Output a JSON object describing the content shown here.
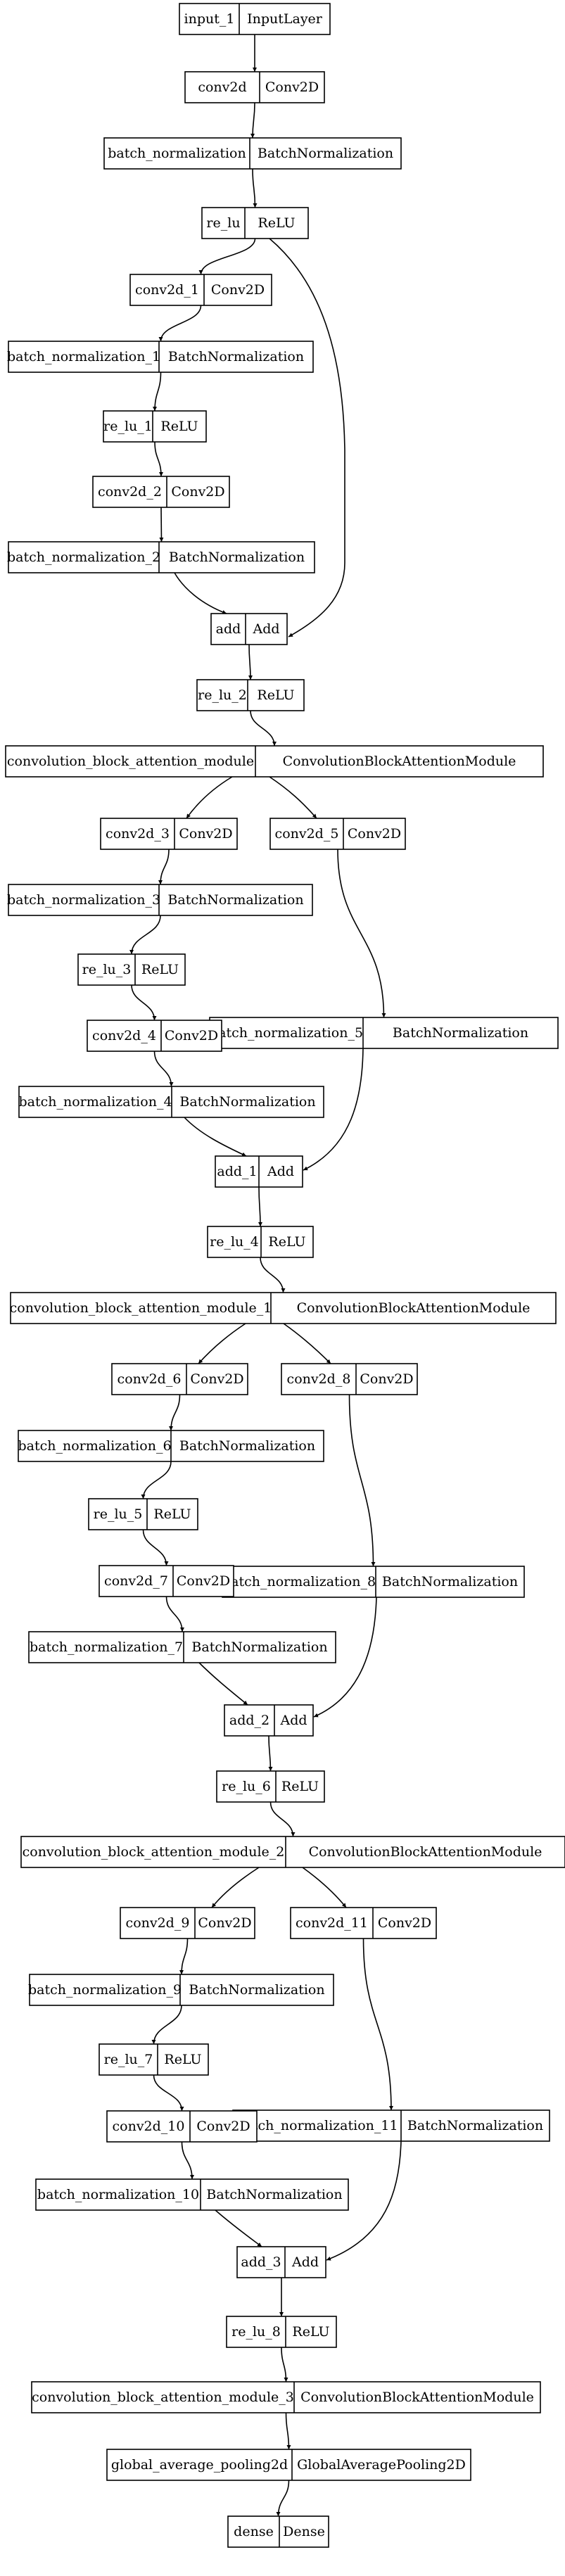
{
  "nodes": [
    {
      "id": "input_1",
      "name": "input_1",
      "type": "InputLayer"
    },
    {
      "id": "conv2d",
      "name": "conv2d",
      "type": "Conv2D"
    },
    {
      "id": "bn",
      "name": "batch_normalization",
      "type": "BatchNormalization"
    },
    {
      "id": "re_lu",
      "name": "re_lu",
      "type": "ReLU"
    },
    {
      "id": "conv2d_1",
      "name": "conv2d_1",
      "type": "Conv2D"
    },
    {
      "id": "bn_1",
      "name": "batch_normalization_1",
      "type": "BatchNormalization"
    },
    {
      "id": "re_lu_1",
      "name": "re_lu_1",
      "type": "ReLU"
    },
    {
      "id": "conv2d_2",
      "name": "conv2d_2",
      "type": "Conv2D"
    },
    {
      "id": "bn_2",
      "name": "batch_normalization_2",
      "type": "BatchNormalization"
    },
    {
      "id": "add",
      "name": "add",
      "type": "Add"
    },
    {
      "id": "re_lu_2",
      "name": "re_lu_2",
      "type": "ReLU"
    },
    {
      "id": "cbam",
      "name": "convolution_block_attention_module",
      "type": "ConvolutionBlockAttentionModule"
    },
    {
      "id": "conv2d_3",
      "name": "conv2d_3",
      "type": "Conv2D"
    },
    {
      "id": "conv2d_5",
      "name": "conv2d_5",
      "type": "Conv2D"
    },
    {
      "id": "bn_3",
      "name": "batch_normalization_3",
      "type": "BatchNormalization"
    },
    {
      "id": "re_lu_3",
      "name": "re_lu_3",
      "type": "ReLU"
    },
    {
      "id": "bn_5",
      "name": "batch_normalization_5",
      "type": "BatchNormalization"
    },
    {
      "id": "conv2d_4",
      "name": "conv2d_4",
      "type": "Conv2D"
    },
    {
      "id": "bn_4",
      "name": "batch_normalization_4",
      "type": "BatchNormalization"
    },
    {
      "id": "add_1",
      "name": "add_1",
      "type": "Add"
    },
    {
      "id": "re_lu_4",
      "name": "re_lu_4",
      "type": "ReLU"
    },
    {
      "id": "cbam_1",
      "name": "convolution_block_attention_module_1",
      "type": "ConvolutionBlockAttentionModule"
    },
    {
      "id": "conv2d_6",
      "name": "conv2d_6",
      "type": "Conv2D"
    },
    {
      "id": "conv2d_8",
      "name": "conv2d_8",
      "type": "Conv2D"
    },
    {
      "id": "bn_6",
      "name": "batch_normalization_6",
      "type": "BatchNormalization"
    },
    {
      "id": "re_lu_5",
      "name": "re_lu_5",
      "type": "ReLU"
    },
    {
      "id": "bn_8",
      "name": "batch_normalization_8",
      "type": "BatchNormalization"
    },
    {
      "id": "conv2d_7",
      "name": "conv2d_7",
      "type": "Conv2D"
    },
    {
      "id": "bn_7",
      "name": "batch_normalization_7",
      "type": "BatchNormalization"
    },
    {
      "id": "add_2",
      "name": "add_2",
      "type": "Add"
    },
    {
      "id": "re_lu_6",
      "name": "re_lu_6",
      "type": "ReLU"
    },
    {
      "id": "cbam_2",
      "name": "convolution_block_attention_module_2",
      "type": "ConvolutionBlockAttentionModule"
    },
    {
      "id": "conv2d_9",
      "name": "conv2d_9",
      "type": "Conv2D"
    },
    {
      "id": "conv2d_11",
      "name": "conv2d_11",
      "type": "Conv2D"
    },
    {
      "id": "bn_9",
      "name": "batch_normalization_9",
      "type": "BatchNormalization"
    },
    {
      "id": "re_lu_7",
      "name": "re_lu_7",
      "type": "ReLU"
    },
    {
      "id": "bn_11",
      "name": "batch_normalization_11",
      "type": "BatchNormalization"
    },
    {
      "id": "conv2d_10",
      "name": "conv2d_10",
      "type": "Conv2D"
    },
    {
      "id": "bn_10",
      "name": "batch_normalization_10",
      "type": "BatchNormalization"
    },
    {
      "id": "add_3",
      "name": "add_3",
      "type": "Add"
    },
    {
      "id": "re_lu_8",
      "name": "re_lu_8",
      "type": "ReLU"
    },
    {
      "id": "cbam_3",
      "name": "convolution_block_attention_module_3",
      "type": "ConvolutionBlockAttentionModule"
    },
    {
      "id": "gap",
      "name": "global_average_pooling2d",
      "type": "GlobalAveragePooling2D"
    },
    {
      "id": "dense",
      "name": "dense",
      "type": "Dense"
    }
  ],
  "edges": [
    [
      "input_1",
      "conv2d"
    ],
    [
      "conv2d",
      "bn"
    ],
    [
      "bn",
      "re_lu"
    ],
    [
      "re_lu",
      "conv2d_1"
    ],
    [
      "re_lu",
      "add"
    ],
    [
      "conv2d_1",
      "bn_1"
    ],
    [
      "bn_1",
      "re_lu_1"
    ],
    [
      "re_lu_1",
      "conv2d_2"
    ],
    [
      "conv2d_2",
      "bn_2"
    ],
    [
      "bn_2",
      "add"
    ],
    [
      "add",
      "re_lu_2"
    ],
    [
      "re_lu_2",
      "cbam"
    ],
    [
      "cbam",
      "conv2d_3"
    ],
    [
      "cbam",
      "conv2d_5"
    ],
    [
      "conv2d_3",
      "bn_3"
    ],
    [
      "bn_3",
      "re_lu_3"
    ],
    [
      "re_lu_3",
      "conv2d_4"
    ],
    [
      "conv2d_4",
      "bn_4"
    ],
    [
      "bn_4",
      "add_1"
    ],
    [
      "conv2d_5",
      "bn_5"
    ],
    [
      "bn_5",
      "add_1"
    ],
    [
      "add_1",
      "re_lu_4"
    ],
    [
      "re_lu_4",
      "cbam_1"
    ],
    [
      "cbam_1",
      "conv2d_6"
    ],
    [
      "cbam_1",
      "conv2d_8"
    ],
    [
      "conv2d_6",
      "bn_6"
    ],
    [
      "bn_6",
      "re_lu_5"
    ],
    [
      "re_lu_5",
      "conv2d_7"
    ],
    [
      "conv2d_7",
      "bn_7"
    ],
    [
      "bn_7",
      "add_2"
    ],
    [
      "conv2d_8",
      "bn_8"
    ],
    [
      "bn_8",
      "add_2"
    ],
    [
      "add_2",
      "re_lu_6"
    ],
    [
      "re_lu_6",
      "cbam_2"
    ],
    [
      "cbam_2",
      "conv2d_9"
    ],
    [
      "cbam_2",
      "conv2d_11"
    ],
    [
      "conv2d_9",
      "bn_9"
    ],
    [
      "bn_9",
      "re_lu_7"
    ],
    [
      "re_lu_7",
      "conv2d_10"
    ],
    [
      "conv2d_10",
      "bn_10"
    ],
    [
      "bn_10",
      "add_3"
    ],
    [
      "conv2d_11",
      "bn_11"
    ],
    [
      "bn_11",
      "add_3"
    ],
    [
      "add_3",
      "re_lu_8"
    ],
    [
      "re_lu_8",
      "cbam_3"
    ],
    [
      "cbam_3",
      "gap"
    ],
    [
      "gap",
      "dense"
    ]
  ]
}
